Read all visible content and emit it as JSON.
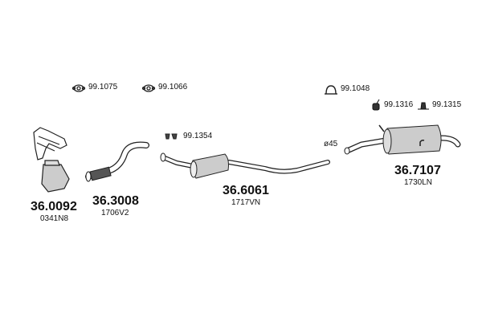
{
  "accessories": [
    {
      "code": "99.1075",
      "icon": "gasket-icon"
    },
    {
      "code": "99.1066",
      "icon": "gasket-icon"
    },
    {
      "code": "99.1354",
      "icon": "clamp-icon"
    },
    {
      "code": "99.1048",
      "icon": "u-clamp-icon"
    },
    {
      "code": "99.1316",
      "icon": "rubber-mount-icon"
    },
    {
      "code": "99.1315",
      "icon": "hanger-icon"
    }
  ],
  "parts": [
    {
      "number": "36.0092",
      "ref": "0341N8"
    },
    {
      "number": "36.3008",
      "ref": "1706V2"
    },
    {
      "number": "36.6061",
      "ref": "1717VN"
    },
    {
      "number": "36.7107",
      "ref": "1730LN"
    }
  ],
  "diameter_label": "ø45"
}
